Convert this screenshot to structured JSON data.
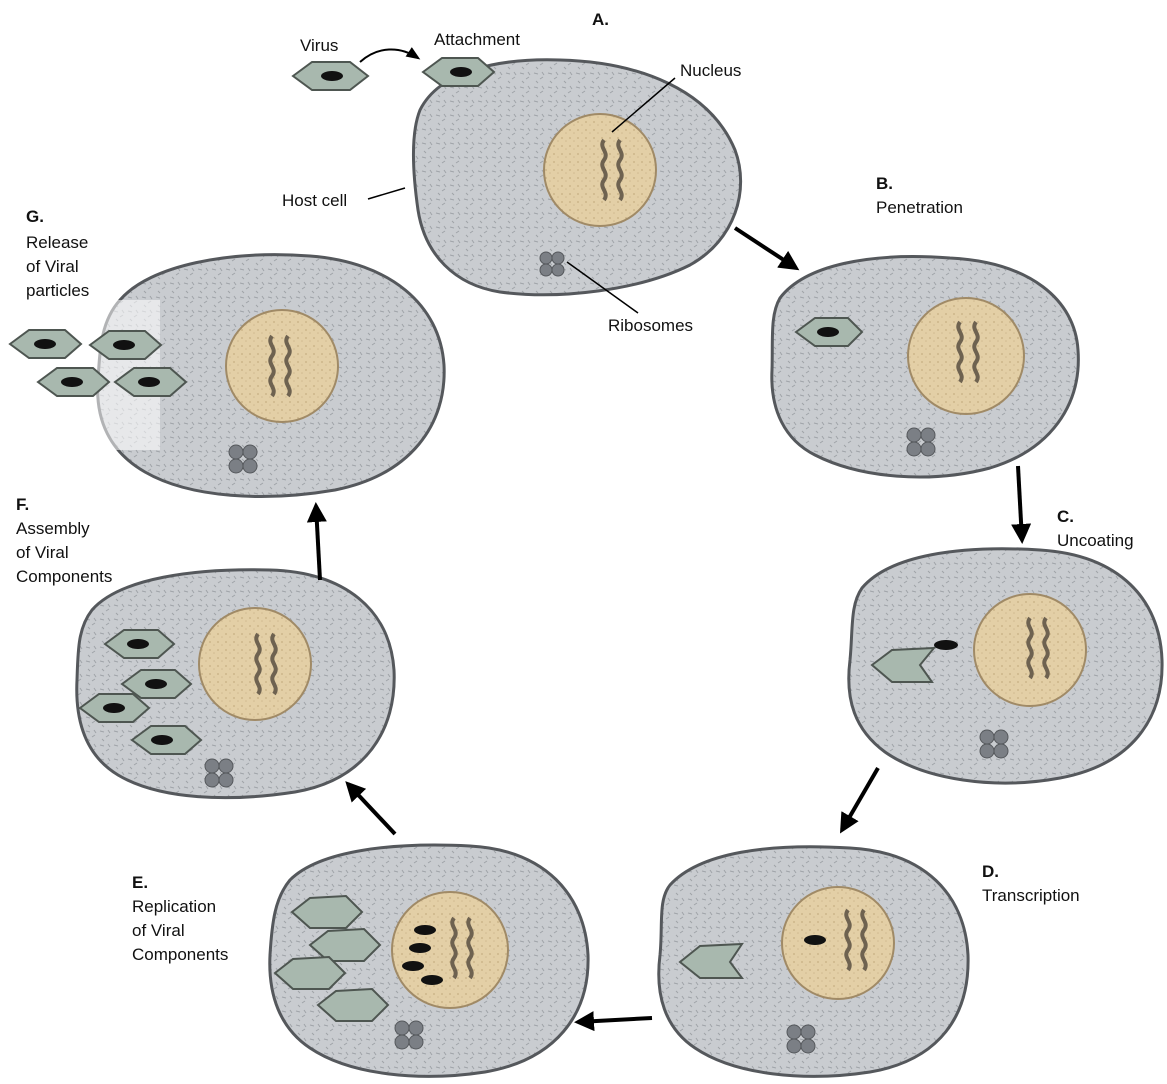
{
  "labels": {
    "virus": "Virus",
    "attachment": "Attachment",
    "nucleus": "Nucleus",
    "host_cell": "Host cell",
    "ribosomes": "Ribosomes"
  },
  "stages": {
    "a": {
      "letter": "A."
    },
    "b": {
      "letter": "B.",
      "lines": [
        "Penetration"
      ]
    },
    "c": {
      "letter": "C.",
      "lines": [
        "Uncoating"
      ]
    },
    "d": {
      "letter": "D.",
      "lines": [
        "Transcription"
      ]
    },
    "e": {
      "letter": "E.",
      "lines": [
        "Replication",
        "of Viral",
        "Components"
      ]
    },
    "f": {
      "letter": "F.",
      "lines": [
        "Assembly",
        "of Viral",
        "Components"
      ]
    },
    "g": {
      "letter": "G.",
      "lines": [
        "Release",
        "of Viral",
        "particles"
      ]
    }
  },
  "colors": {
    "cytoplasm": "#c9ccd0",
    "cell_border": "#55585c",
    "nucleus": "#e3cfa6",
    "chromatin": "#6e6250",
    "virus_fill": "#a8b8ae",
    "virus_core": "#111111",
    "arrow": "#000000"
  }
}
